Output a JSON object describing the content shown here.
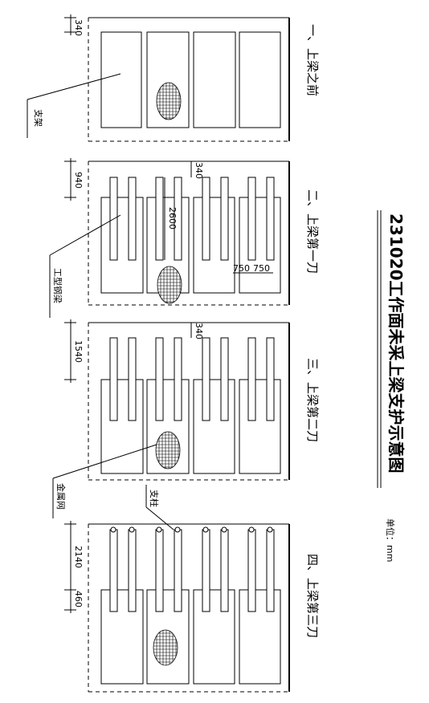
{
  "title": "231020工作面未采上梁支护示意图",
  "unit": "单位：mm",
  "stages": [
    {
      "label": "一、上梁之前"
    },
    {
      "label": "二、上梁第一刀"
    },
    {
      "label": "三、上梁第二刀"
    },
    {
      "label": "四、上梁第三刀"
    }
  ],
  "dimensions": {
    "s1_top": "340",
    "s2_left": "940",
    "s2_top": "340",
    "s2_length": "2600",
    "s2_spacing_a": "750",
    "s2_spacing_b": "750",
    "s3_left": "1540",
    "s3_top": "340",
    "s4_left_a": "2140",
    "s4_left_b": "460"
  },
  "callouts": {
    "support_frame": "支架",
    "i_beam": "工型钢梁",
    "metal_mesh": "金属网",
    "prop": "支柱"
  }
}
